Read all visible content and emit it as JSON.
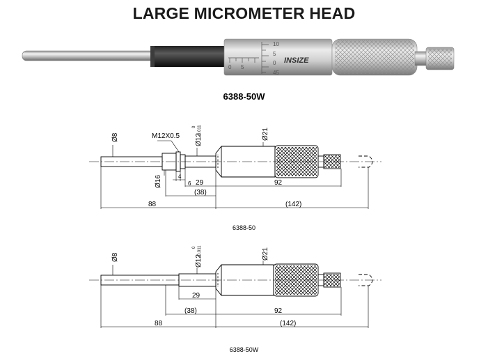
{
  "title": "LARGE MICROMETER HEAD",
  "product": {
    "model": "6388-50W",
    "brand_logo": "INSIZE",
    "scale_marks": [
      "10",
      "5",
      "0",
      "45"
    ],
    "sleeve_marks": [
      "0",
      "5"
    ]
  },
  "drawing_top": {
    "caption": "6388-50",
    "labels": {
      "spindle_dia": "Ø8",
      "thread": "M12X0.5",
      "stem_dia": "Ø12",
      "stem_tol_upper": "0",
      "stem_tol_lower": "-0.011",
      "thimble_dia": "Ø21",
      "nut_dia": "Ø16",
      "dim_4": "4",
      "dim_6": "6",
      "dim_29": "29",
      "dim_38": "(38)",
      "dim_92": "92",
      "dim_88": "88",
      "dim_142": "(142)"
    }
  },
  "drawing_bottom": {
    "caption": "6388-50W",
    "labels": {
      "spindle_dia": "Ø8",
      "stem_dia": "Ø12",
      "stem_tol_upper": "0",
      "stem_tol_lower": "-0.011",
      "thimble_dia": "Ø21",
      "dim_29": "29",
      "dim_38": "(38)",
      "dim_92": "92",
      "dim_88": "88",
      "dim_142": "(142)"
    }
  }
}
